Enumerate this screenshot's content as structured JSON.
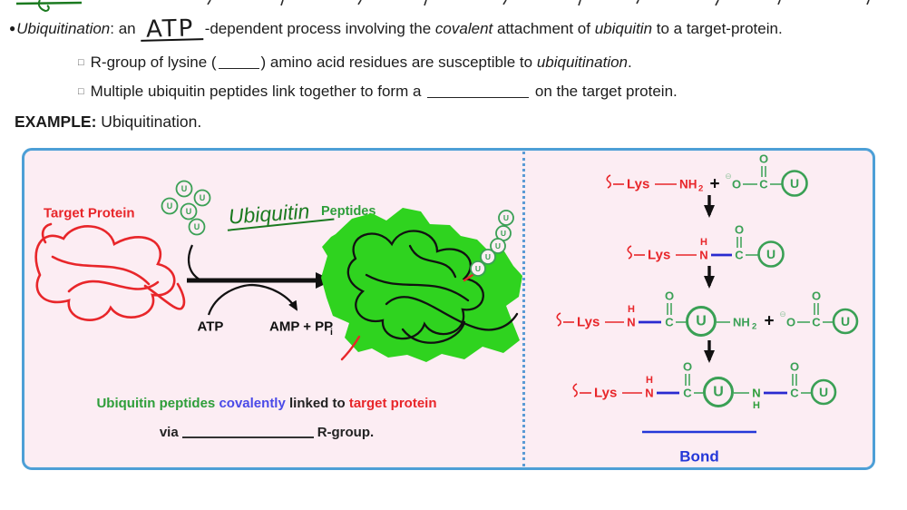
{
  "top_notes": {
    "bullet_glyph": "●",
    "term": "Ubiquitination",
    "after_term": ": an ",
    "handwritten_atp": "ATP",
    "seg1": "-dependent process involving the ",
    "italic_covalent": "covalent",
    "seg2": " attachment of ",
    "italic_ubiquitin": "ubiquitin",
    "seg3": " to a target-protein.",
    "sub_glyph": "□",
    "sub1_pre": "R-group of lysine (",
    "sub1_post": ") amino acid residues are susceptible to ",
    "sub1_italic": "ubiquitination",
    "sub1_end": ".",
    "sub2_pre": "Multiple ubiquitin peptides link together to form a ",
    "sub2_post": " on the target protein.",
    "example_label": "EXAMPLE:",
    "example_text": " Ubiquitination."
  },
  "left_panel": {
    "target_protein_label": "Target Protein",
    "ubiquitin_handwritten": "Ubiquitin",
    "peptides_label": "Peptides",
    "atp_label": "ATP",
    "amp_label": "AMP + PP",
    "amp_subscript": "i",
    "u_letter": "U",
    "caption_green": "Ubiquitin peptides",
    "caption_blue": "covalently",
    "caption_black": " linked to ",
    "caption_red": "target protein",
    "caption_via": "via",
    "caption_rgroup": "R-group."
  },
  "right_panel": {
    "lys": "Lys",
    "n": "N",
    "h": "H",
    "c": "C",
    "o": "O",
    "u": "U",
    "nh": "NH",
    "sub2": "2",
    "minus_circle": "⊖",
    "plus": "+",
    "bond_label": "Bond"
  },
  "colors": {
    "red": "#e8262a",
    "chem_green": "#3aa055",
    "handwriting_green": "#1b7a20",
    "highlight_green": "#2fd31f",
    "bond_blue": "#2a2ad0",
    "caption_blue": "#4a4ae8",
    "bond_label_blue": "#2438d8",
    "panel_border": "#4d9fd6",
    "panel_bg": "#fcedf3",
    "divider_blue": "#5b9bd5"
  }
}
